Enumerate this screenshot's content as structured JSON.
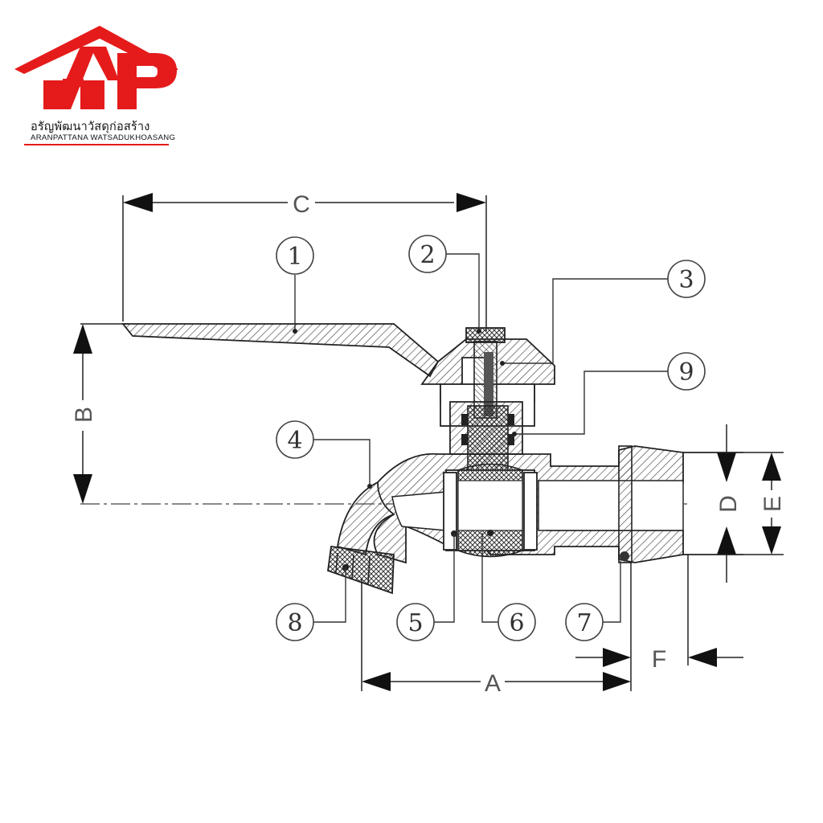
{
  "brand": {
    "name_th": "อรัญพัฒนาวัสดุก่อสร้าง",
    "name_en": "ARANPATTANA WATSADUKHOASANG",
    "logo_letters": "AP",
    "color_primary": "#e51b1b"
  },
  "diagram": {
    "callouts": [
      {
        "id": "1",
        "label": "1"
      },
      {
        "id": "2",
        "label": "2"
      },
      {
        "id": "3",
        "label": "3"
      },
      {
        "id": "4",
        "label": "4"
      },
      {
        "id": "5",
        "label": "5"
      },
      {
        "id": "6",
        "label": "6"
      },
      {
        "id": "7",
        "label": "7"
      },
      {
        "id": "8",
        "label": "8"
      },
      {
        "id": "9",
        "label": "9"
      }
    ],
    "dimensions": {
      "A": "A",
      "B": "B",
      "C": "C",
      "D": "D",
      "E": "E",
      "F": "F"
    }
  }
}
